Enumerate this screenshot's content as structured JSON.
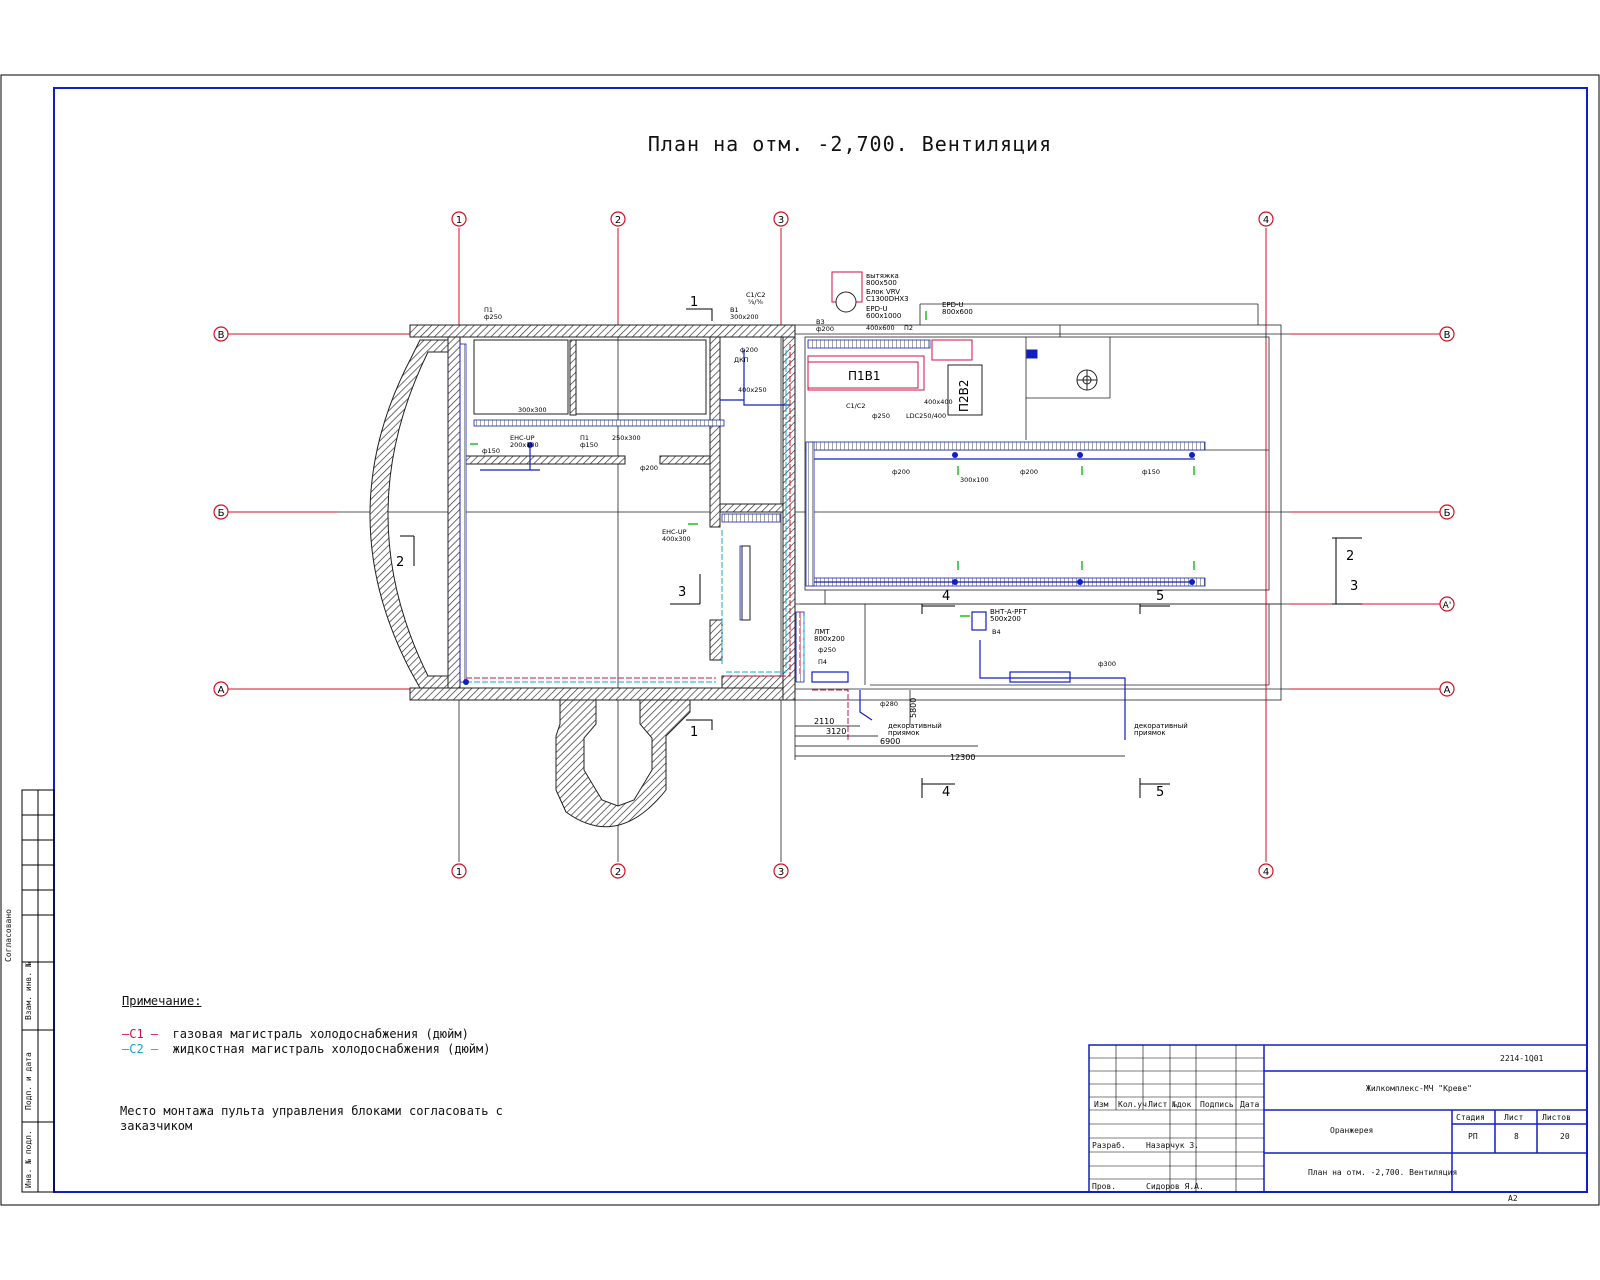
{
  "title": "План на отм. -2,700. Вентиляция",
  "axes": {
    "numeric": [
      "1",
      "2",
      "3",
      "4"
    ],
    "letters": [
      "В",
      "Б",
      "А'",
      "А"
    ]
  },
  "sections": [
    "1",
    "2",
    "3",
    "4",
    "5"
  ],
  "equipment": {
    "p1v1": "П1В1",
    "p2v2": "П2В2",
    "fan_block": [
      "вытяжка",
      "800х500",
      "Блок VRV",
      "C1300DHX3"
    ],
    "erd1": [
      "ЕРD-U",
      "600х1000"
    ],
    "erd2": [
      "ЕРD-U",
      "800х600"
    ],
    "bmt": [
      "ВНТ-А-РFТ",
      "500х200"
    ],
    "lmt": [
      "ЛМТ",
      "800х200"
    ]
  },
  "duct_labels": [
    "П1",
    "ф250",
    "В1",
    "300х200",
    "ДКП",
    "ф200",
    "400х250",
    "С1/С2",
    "⅝/⅜",
    "300х300",
    "ЕНС-UP",
    "200х100",
    "ф150",
    "250х300",
    "ф200",
    "П1",
    "ф150",
    "В3",
    "ф200",
    "400х600",
    "П2",
    "С1/С2",
    "ф250",
    "LDC250/400",
    "400х400",
    "ф200",
    "300х100",
    "ф150",
    "ф200",
    "ф250",
    "П4",
    "ф280",
    "ф300",
    "В4",
    "ЕНС-UP",
    "400х300"
  ],
  "dimensions": [
    "2110",
    "3120",
    "6900",
    "12300",
    "5800"
  ],
  "decor": [
    "декоративный",
    "приямок"
  ],
  "notes": {
    "header": "Примечание:",
    "c1_code": "—C1 —",
    "c1_text": "газовая магистраль холодоснабжения (дюйм)",
    "c2_code": "—C2 —",
    "c2_text": "жидкостная магистраль холодоснабжения (дюйм)"
  },
  "mount_note": "Место монтажа пульта управления блоками согласовать с заказчиком",
  "stamp": {
    "code": "2214-1Q01",
    "company": "Жилкомплекс-МЧ \"Креве\"",
    "cols": [
      "Изм",
      "Кол.уч",
      "Лист",
      "№док",
      "Подпись",
      "Дата"
    ],
    "developed": "Разраб.",
    "developer_name": "Назарчук З.",
    "checked": "Пров.",
    "checker_name": "Сидоров Я.А.",
    "object": "Оранжерея",
    "stage_head": "Стадия",
    "sheet_head": "Лист",
    "sheets_head": "Листов",
    "stage": "РП",
    "sheet": "8",
    "sheets": "20",
    "sheet_title": "План на отм. -2,700. Вентиляция",
    "format": "А2"
  },
  "left_stamp": [
    "Взам. инв. №",
    "Подп. и дата",
    "Инв. № подл.",
    "Согласовано"
  ],
  "colors": {
    "frame": "#1020c0",
    "axis": "#d01020",
    "supply": "#d01040",
    "liquid": "#10a8d8",
    "duct": "#1020c0",
    "arrow": "#20c020"
  }
}
